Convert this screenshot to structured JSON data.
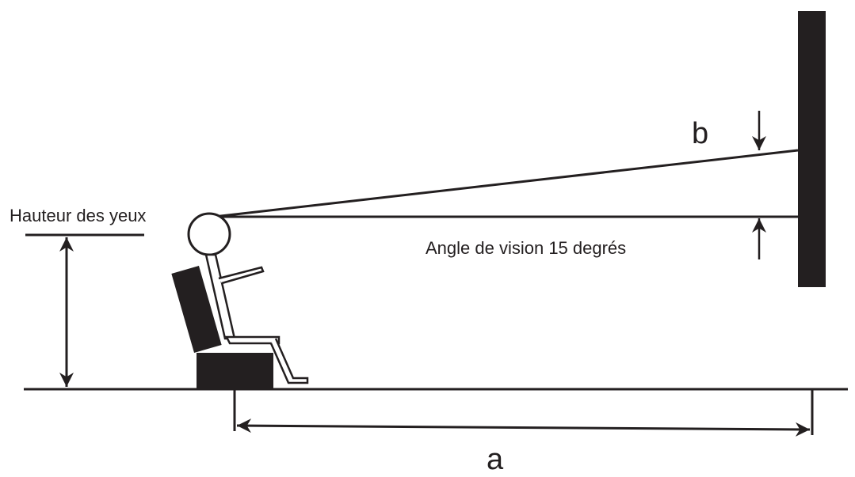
{
  "labels": {
    "eye_height": "Hauteur des yeux",
    "viewing_angle": "Angle de vision 15 degrés",
    "height_symbol": "b",
    "distance_symbol": "a"
  },
  "colors": {
    "ink": "#231f20",
    "background": "#ffffff"
  }
}
